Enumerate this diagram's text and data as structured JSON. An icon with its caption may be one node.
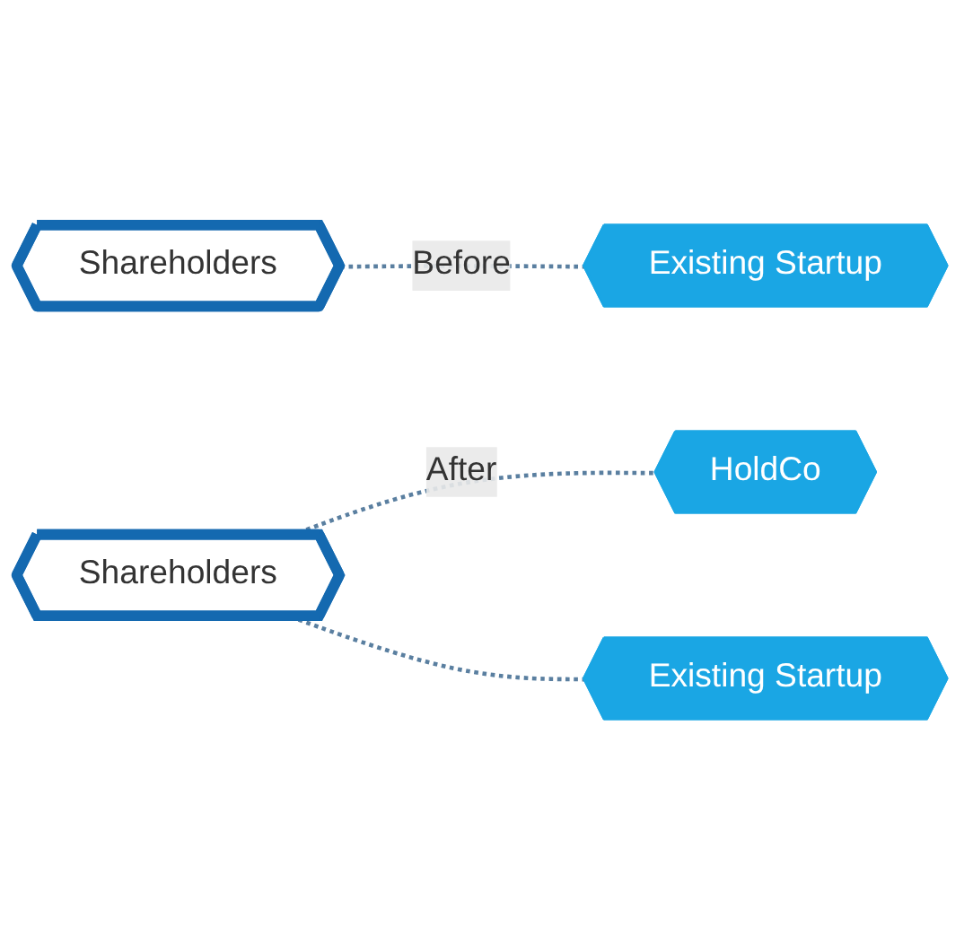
{
  "diagram": {
    "nodes": [
      {
        "text": [
          "Shareholders"
        ]
      },
      {
        "text": [
          "Existing Startup"
        ]
      },
      {
        "text": [
          "Shareholders"
        ]
      },
      {
        "text": [
          "HoldCo"
        ]
      },
      {
        "text": [
          "Existing Startup"
        ]
      }
    ],
    "edges": [
      {
        "from": 0,
        "to": 1,
        "arrow": "none",
        "label": "Before",
        "style": "dashed"
      },
      {
        "from": 2,
        "to": 3,
        "arrow": "none",
        "label": "After",
        "style": "dashed"
      },
      {
        "from": 2,
        "to": 4,
        "arrow": "none",
        "style": "dashed"
      }
    ]
  }
}
